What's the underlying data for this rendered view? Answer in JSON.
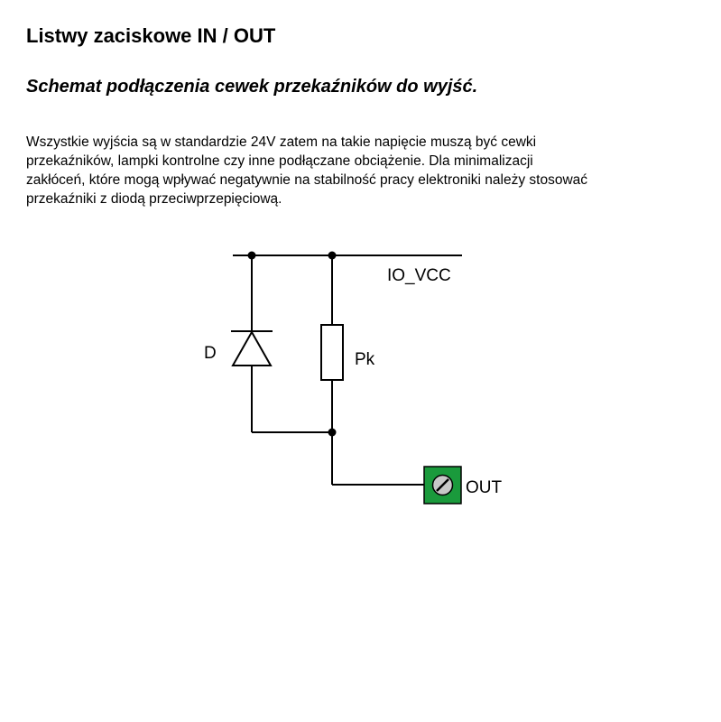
{
  "page": {
    "title": "Listwy zaciskowe IN / OUT",
    "subtitle": "Schemat podłączenia cewek przekaźników do wyjść.",
    "paragraph_lines": [
      "Wszystkie wyjścia są w standardzie 24V zatem na takie napięcie muszą być cewki",
      "przekaźników, lampki kontrolne czy inne podłączane obciążenie. Dla minimalizacji",
      "zakłóceń, które mogą wpływać negatywnie na stabilność pracy elektroniki należy stosować",
      "przekaźniki z diodą przeciwprzepięciową."
    ]
  },
  "schematic": {
    "rail_label": "IO_VCC",
    "diode_label": "D",
    "relay_coil_label": "Pk",
    "output_terminal_label": "OUT",
    "colors": {
      "wire": "#000000",
      "terminal_fill": "#1a9a3c",
      "terminal_screw": "#c8c8c8"
    }
  }
}
